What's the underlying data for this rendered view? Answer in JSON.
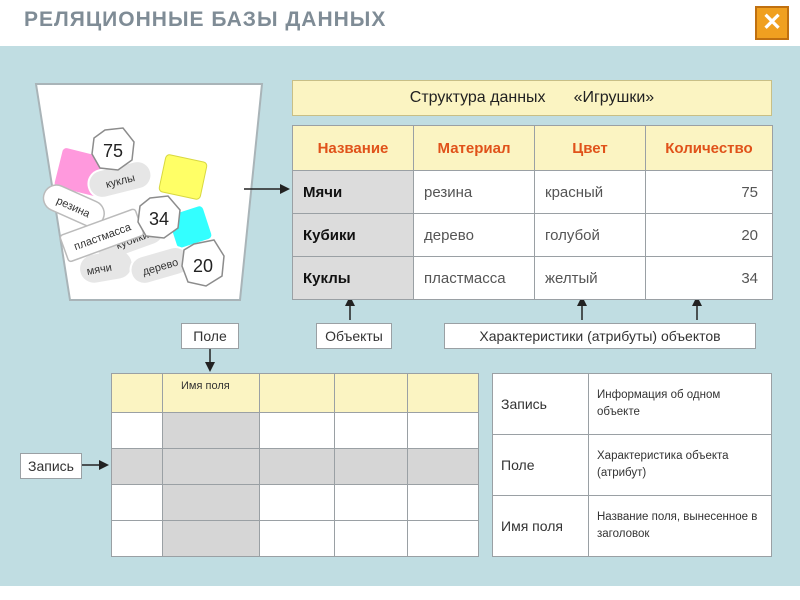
{
  "header": {
    "title": "РЕЛЯЦИОННЫЕ  БАЗЫ  ДАННЫХ",
    "close_label": "✕"
  },
  "bucket": {
    "items": [
      "75",
      "куклы",
      "резина",
      "34",
      "пластмасса",
      "кубики",
      "мячи",
      "дерево",
      "20"
    ],
    "colors": [
      "#ff99dd",
      "#ffff66",
      "#33ffff",
      "#e6e6e6"
    ]
  },
  "structure": {
    "title_part1": "Структура  данных",
    "title_part2": "«Игрушки»"
  },
  "table": {
    "headers": [
      "Название",
      "Материал",
      "Цвет",
      "Количество"
    ],
    "rows": [
      [
        "Мячи",
        "резина",
        "красный",
        "75"
      ],
      [
        "Кубики",
        "дерево",
        "голубой",
        "20"
      ],
      [
        "Куклы",
        "пластмасса",
        "желтый",
        "34"
      ]
    ]
  },
  "labels": {
    "objects": "Объекты",
    "attributes": "Характеристики (атрибуты) объектов",
    "field": "Поле",
    "record": "Запись"
  },
  "field_table": {
    "field_name_header": "Имя поля"
  },
  "definitions": [
    {
      "term": "Запись",
      "definition": "Информация об одном объекте"
    },
    {
      "term": "Поле",
      "definition": "Характеристика объекта (атрибут)"
    },
    {
      "term": "Имя поля",
      "definition": "Название поля, вынесенное в заголовок"
    }
  ],
  "colors": {
    "panel": "#c0dde2",
    "header_cell": "#fbf4c2",
    "header_text": "#e0521a",
    "close_button": "#f0a020"
  }
}
